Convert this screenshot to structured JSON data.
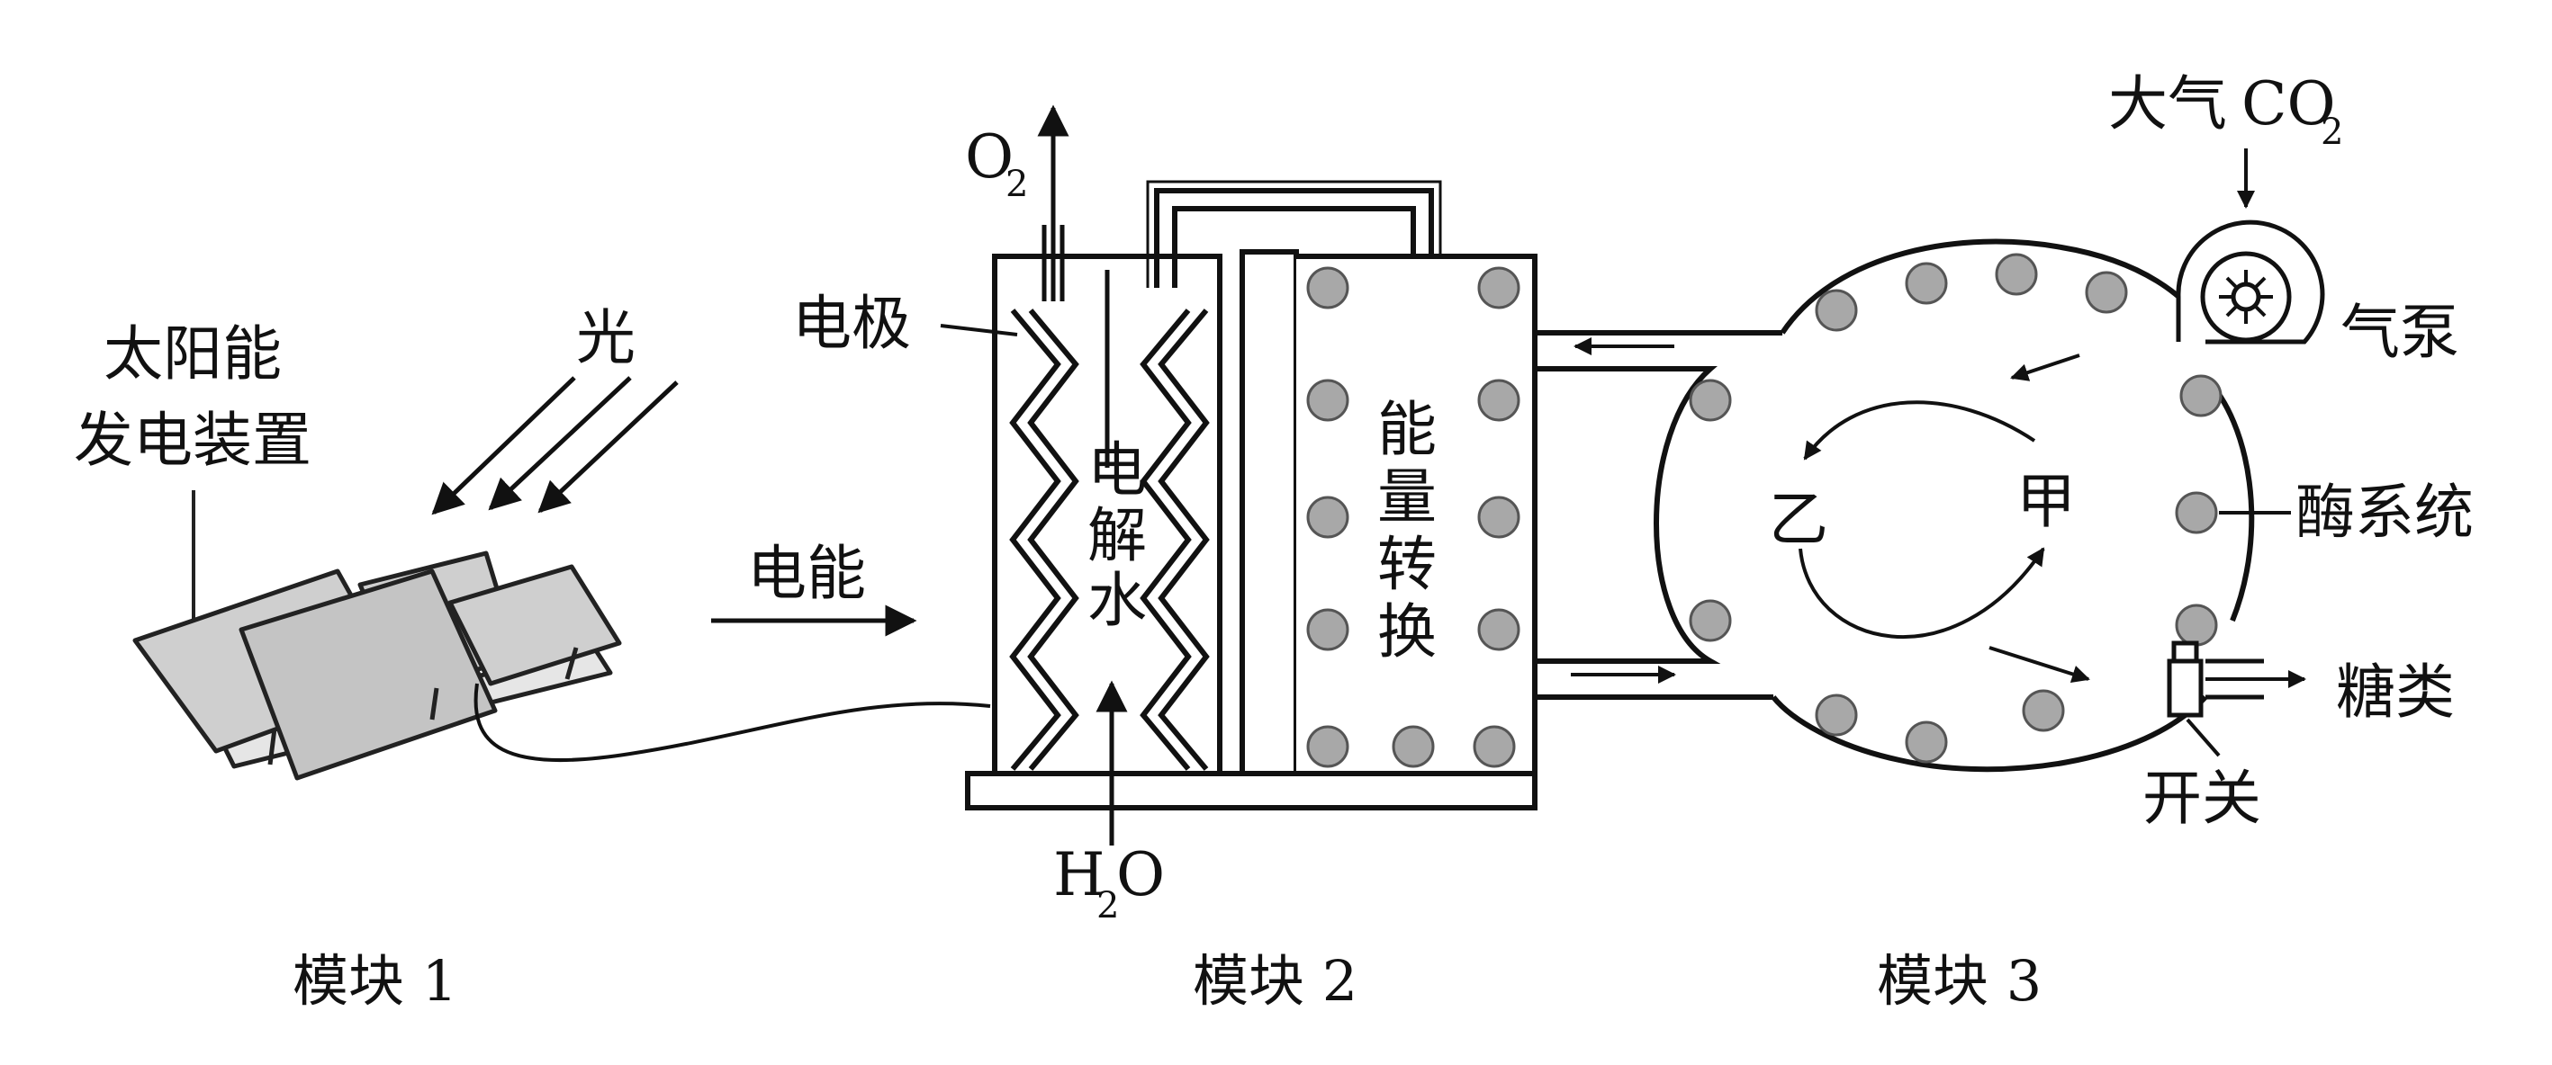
{
  "module1": {
    "device_line1": "太阳能",
    "device_line2": "发电装置",
    "light": "光",
    "caption": "模块 1"
  },
  "module2": {
    "electric_energy": "电能",
    "electrode": "电极",
    "o2_base": "O",
    "o2_sub": "2",
    "electrolysis": [
      "电",
      "解",
      "水"
    ],
    "energy_conversion": [
      "能",
      "量",
      "转",
      "换"
    ],
    "h2o_h": "H",
    "h2o_sub": "2",
    "h2o_o": "O",
    "caption": "模块 2"
  },
  "module3": {
    "co2_prefix": "大气",
    "co2_base": "CO",
    "co2_sub": "2",
    "gas_pump": "气泵",
    "enzyme_system": "酶系统",
    "cycle_a": "甲",
    "cycle_b": "乙",
    "sugar": "糖类",
    "switch": "开关",
    "caption": "模块 3"
  }
}
